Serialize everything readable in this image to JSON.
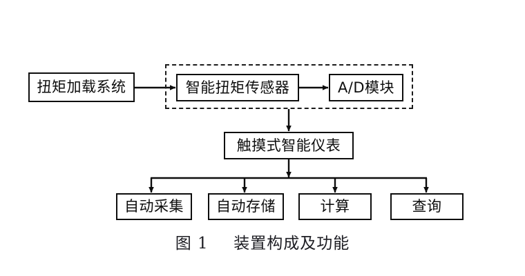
{
  "figure": {
    "caption_label": "图 1",
    "caption_title": "装置构成及功能",
    "background_color": "#ffffff",
    "line_color": "#0d0d0d"
  },
  "nodes": {
    "load_system": "扭矩加载系统",
    "smart_sensor": "智能扭矩传感器",
    "ad_module": "A/D模块",
    "touch_instrument": "触摸式智能仪表",
    "auto_collect": "自动采集",
    "auto_store": "自动存储",
    "calculate": "计算",
    "query": "查询"
  },
  "group": {
    "name": "sensor-ad-dashed-group",
    "style": "dashed"
  },
  "connectors": [
    {
      "name": "load-system-to-smart-sensor",
      "from": "load_system",
      "to": "smart_sensor",
      "direction": "right"
    },
    {
      "name": "smart-sensor-to-ad-module",
      "from": "smart_sensor",
      "to": "ad_module",
      "direction": "right"
    },
    {
      "name": "group-to-touch-instrument",
      "from": "group",
      "to": "touch_instrument",
      "direction": "down"
    },
    {
      "name": "touch-instrument-to-bus",
      "from": "touch_instrument",
      "to": "fanout_bus",
      "direction": "down"
    },
    {
      "name": "bus-to-auto-collect",
      "from": "fanout_bus",
      "to": "auto_collect",
      "direction": "down"
    },
    {
      "name": "bus-to-auto-store",
      "from": "fanout_bus",
      "to": "auto_store",
      "direction": "down"
    },
    {
      "name": "bus-to-calculate",
      "from": "fanout_bus",
      "to": "calculate",
      "direction": "down"
    },
    {
      "name": "bus-to-query",
      "from": "fanout_bus",
      "to": "query",
      "direction": "down"
    }
  ]
}
